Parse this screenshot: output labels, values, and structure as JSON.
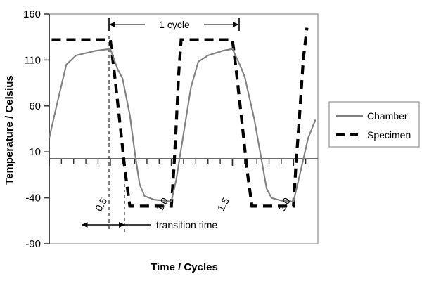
{
  "chart_data": {
    "type": "line",
    "title": "",
    "xlabel": "Time / Cycles",
    "ylabel": "Temperature / Celsius",
    "xlim": [
      0.0,
      2.2
    ],
    "ylim": [
      -90,
      160
    ],
    "yticks": [
      160,
      110,
      60,
      10,
      -40,
      -90
    ],
    "ytick_labels": [
      "160",
      "110",
      "60",
      "10",
      "-40",
      "-90"
    ],
    "xticks": [
      0.5,
      1.0,
      1.5,
      2.0
    ],
    "xtick_labels": [
      "0.5",
      "1.0",
      "1.5",
      "2.0"
    ],
    "xtick_rotation_deg": -60,
    "minor_tick_interval": 0.1,
    "grid": false,
    "zero_axis_value": 0,
    "legend_position": "right-outside",
    "series": [
      {
        "name": "Chamber",
        "style": "solid",
        "color": "#808080",
        "high_plateau": 122,
        "low_plateau": -44,
        "points": [
          [
            0.0,
            25
          ],
          [
            0.06,
            60
          ],
          [
            0.14,
            105
          ],
          [
            0.22,
            115
          ],
          [
            0.38,
            120
          ],
          [
            0.5,
            122
          ],
          [
            0.56,
            100
          ],
          [
            0.6,
            90
          ],
          [
            0.66,
            50
          ],
          [
            0.7,
            10
          ],
          [
            0.74,
            -25
          ],
          [
            0.78,
            -38
          ],
          [
            0.86,
            -42
          ],
          [
            1.0,
            -44
          ],
          [
            1.04,
            -20
          ],
          [
            1.1,
            30
          ],
          [
            1.16,
            80
          ],
          [
            1.22,
            108
          ],
          [
            1.3,
            115
          ],
          [
            1.42,
            120
          ],
          [
            1.5,
            122
          ],
          [
            1.56,
            105
          ],
          [
            1.6,
            92
          ],
          [
            1.68,
            45
          ],
          [
            1.74,
            0
          ],
          [
            1.78,
            -30
          ],
          [
            1.82,
            -40
          ],
          [
            1.9,
            -43
          ],
          [
            2.0,
            -44
          ],
          [
            2.06,
            -10
          ],
          [
            2.12,
            25
          ],
          [
            2.18,
            45
          ]
        ]
      },
      {
        "name": "Specimen",
        "style": "dashed",
        "color": "#000000",
        "high_plateau": 132,
        "low_plateau": -49,
        "points": [
          [
            0.02,
            132
          ],
          [
            0.5,
            132
          ],
          [
            0.53,
            100
          ],
          [
            0.58,
            40
          ],
          [
            0.62,
            -10
          ],
          [
            0.66,
            -49
          ],
          [
            1.0,
            -49
          ],
          [
            1.02,
            -10
          ],
          [
            1.04,
            40
          ],
          [
            1.06,
            95
          ],
          [
            1.08,
            132
          ],
          [
            1.5,
            132
          ],
          [
            1.53,
            100
          ],
          [
            1.58,
            40
          ],
          [
            1.62,
            -10
          ],
          [
            1.66,
            -49
          ],
          [
            2.0,
            -49
          ],
          [
            2.02,
            -5
          ],
          [
            2.05,
            50
          ],
          [
            2.08,
            110
          ],
          [
            2.11,
            145
          ]
        ]
      }
    ],
    "annotations": [
      {
        "name": "cycle-span",
        "label": "1 cycle",
        "x_start": 0.5,
        "x_end": 1.5,
        "y": 150,
        "arrow": "double-outward"
      },
      {
        "name": "transition-span",
        "label": "transition time",
        "x_start": 0.5,
        "x_end": 0.65,
        "y": -63,
        "arrow": "double-inward"
      }
    ]
  },
  "legend": {
    "items": [
      {
        "label": "Chamber",
        "style": "solid",
        "color": "#808080"
      },
      {
        "label": "Specimen",
        "style": "dashed",
        "color": "#000000"
      }
    ]
  }
}
